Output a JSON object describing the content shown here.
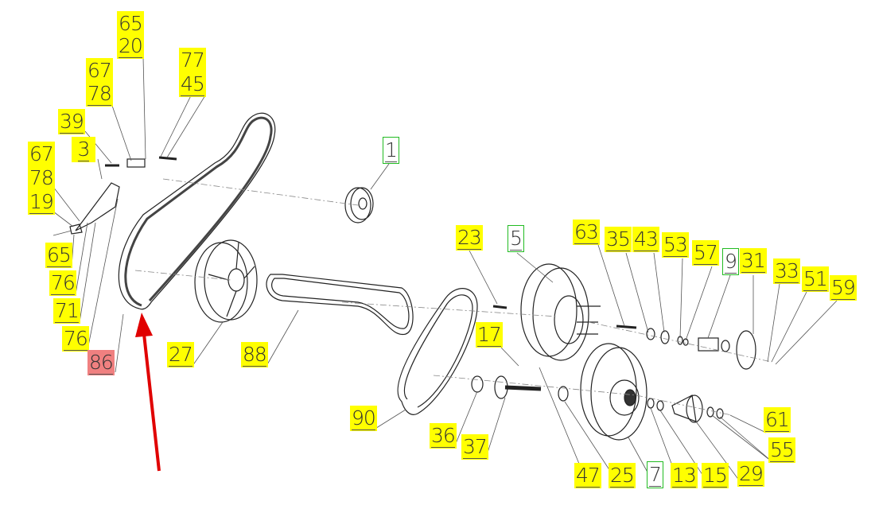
{
  "diagram": {
    "type": "exploded-parts-view",
    "callouts": [
      {
        "label": "65",
        "style": "yellow"
      },
      {
        "label": "20",
        "style": "yellow"
      },
      {
        "label": "77",
        "style": "yellow"
      },
      {
        "label": "45",
        "style": "yellow"
      },
      {
        "label": "67",
        "style": "yellow"
      },
      {
        "label": "78",
        "style": "yellow"
      },
      {
        "label": "39",
        "style": "yellow"
      },
      {
        "label": "3",
        "style": "yellow"
      },
      {
        "label": "67",
        "style": "yellow"
      },
      {
        "label": "78",
        "style": "yellow"
      },
      {
        "label": "19",
        "style": "yellow"
      },
      {
        "label": "65",
        "style": "yellow"
      },
      {
        "label": "76",
        "style": "yellow"
      },
      {
        "label": "71",
        "style": "yellow"
      },
      {
        "label": "76",
        "style": "yellow"
      },
      {
        "label": "86",
        "style": "red"
      },
      {
        "label": "27",
        "style": "yellow"
      },
      {
        "label": "88",
        "style": "yellow"
      },
      {
        "label": "1",
        "style": "green"
      },
      {
        "label": "23",
        "style": "yellow"
      },
      {
        "label": "5",
        "style": "green"
      },
      {
        "label": "63",
        "style": "yellow"
      },
      {
        "label": "35",
        "style": "yellow"
      },
      {
        "label": "43",
        "style": "yellow"
      },
      {
        "label": "53",
        "style": "yellow"
      },
      {
        "label": "57",
        "style": "yellow"
      },
      {
        "label": "9",
        "style": "green"
      },
      {
        "label": "31",
        "style": "yellow"
      },
      {
        "label": "33",
        "style": "yellow"
      },
      {
        "label": "51",
        "style": "yellow"
      },
      {
        "label": "59",
        "style": "yellow"
      },
      {
        "label": "17",
        "style": "yellow"
      },
      {
        "label": "90",
        "style": "yellow"
      },
      {
        "label": "36",
        "style": "yellow"
      },
      {
        "label": "37",
        "style": "yellow"
      },
      {
        "label": "47",
        "style": "yellow"
      },
      {
        "label": "25",
        "style": "yellow"
      },
      {
        "label": "7",
        "style": "green"
      },
      {
        "label": "13",
        "style": "yellow"
      },
      {
        "label": "15",
        "style": "yellow"
      },
      {
        "label": "29",
        "style": "yellow"
      },
      {
        "label": "61",
        "style": "yellow"
      },
      {
        "label": "55",
        "style": "yellow"
      }
    ],
    "highlight_arrow": {
      "color": "#e00000",
      "points_to": "86"
    },
    "colors": {
      "yellow": "#ffff00",
      "red": "#f08080",
      "green": "#22bb22"
    }
  }
}
